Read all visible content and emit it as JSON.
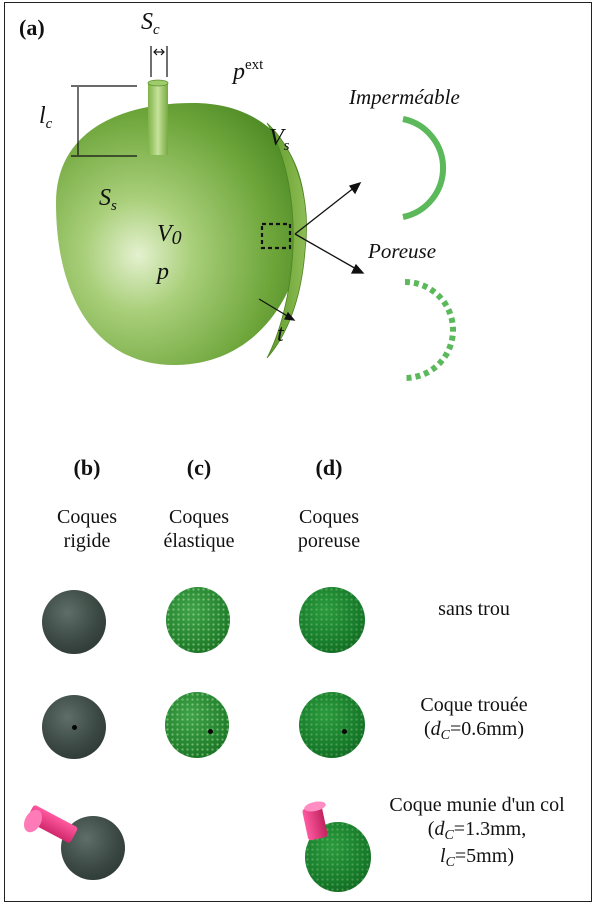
{
  "panels": {
    "a": {
      "label": "(a)",
      "symbols": {
        "Sc": {
          "base": "S",
          "sub": "c"
        },
        "pext": {
          "base": "p",
          "sup": "ext"
        },
        "lc": {
          "base": "l",
          "sub": "c"
        },
        "Vs": {
          "base": "V",
          "sub": "s"
        },
        "Ss": {
          "base": "S",
          "sub": "s"
        },
        "V0": {
          "base": "V",
          "sub": "0"
        },
        "p": "p",
        "t": "t"
      },
      "impermeable": "Imperméable",
      "porous": "Poreuse",
      "colors": {
        "shell": "#6da53a",
        "wall_arc": "#5bb95b"
      }
    },
    "b": {
      "label": "(b)",
      "title_line1": "Coques",
      "title_line2": "rigide"
    },
    "c": {
      "label": "(c)",
      "title_line1": "Coques",
      "title_line2": "élastique"
    },
    "d": {
      "label": "(d)",
      "title_line1": "Coques",
      "title_line2": "poreuse"
    }
  },
  "rows": [
    {
      "label": "sans trou"
    },
    {
      "label": "Coque trouée",
      "param_base": "d",
      "param_sub": "C",
      "param_value": "=0.6mm"
    },
    {
      "label": "Coque munie d'un col",
      "param1_base": "d",
      "param1_sub": "C",
      "param1_value": "=1.3mm,",
      "param2_base": "l",
      "param2_sub": "C",
      "param2_value": "=5mm"
    }
  ]
}
